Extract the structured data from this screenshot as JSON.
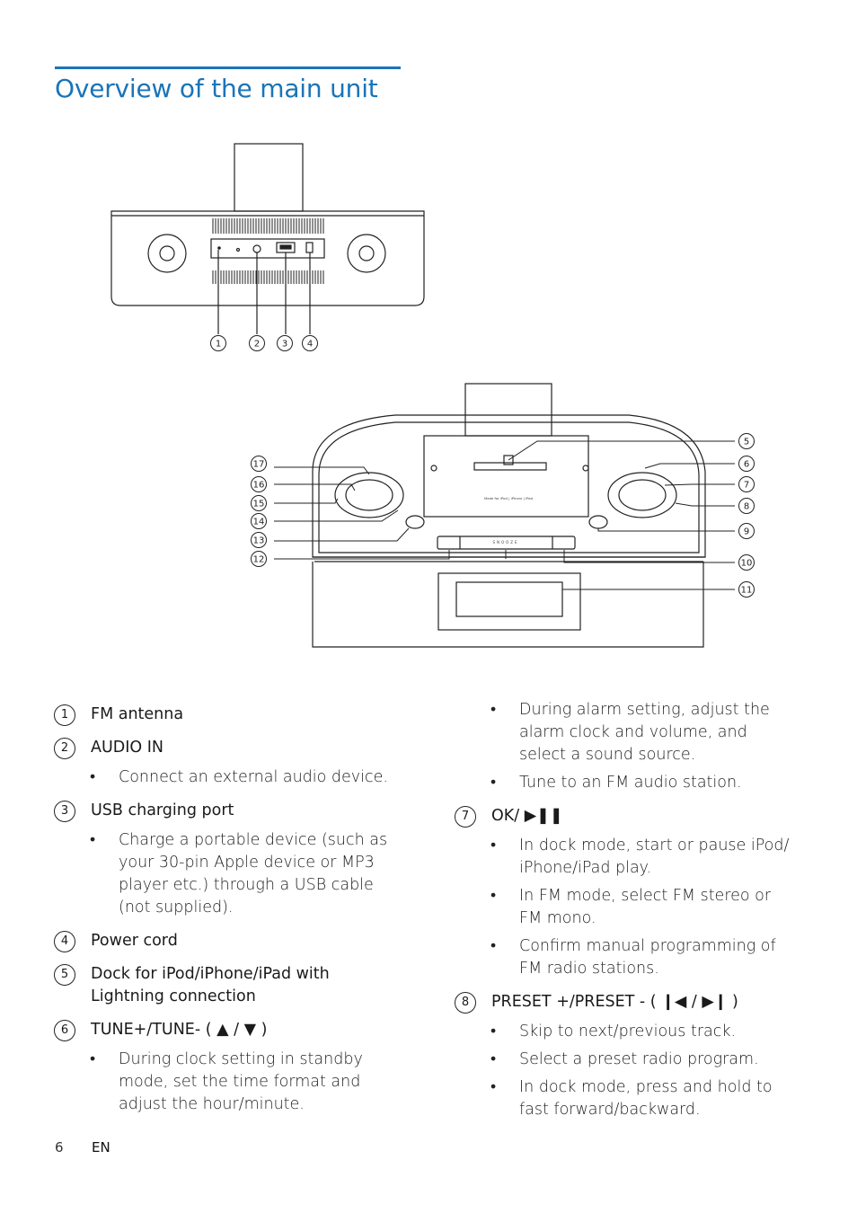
{
  "page": {
    "title": "Overview of the main unit",
    "page_number": "6",
    "language": "EN"
  },
  "figure": {
    "top_callouts": [
      "1",
      "2",
      "3",
      "4"
    ],
    "right_callouts": [
      "5",
      "6",
      "7",
      "8",
      "9",
      "10",
      "11"
    ],
    "left_callouts": [
      "17",
      "16",
      "15",
      "14",
      "13",
      "12"
    ],
    "dock_label": "Made for iPod | iPhone | iPad",
    "snooze_label": "SNOOZE"
  },
  "left_column": [
    {
      "num": "1",
      "label": "FM antenna",
      "bullets": []
    },
    {
      "num": "2",
      "label": "AUDIO IN",
      "bullets": [
        "Connect an external audio device."
      ]
    },
    {
      "num": "3",
      "label": "USB charging port",
      "bullets": [
        "Charge a portable device (such as your 30-pin Apple device or MP3 player etc.) through a USB cable (not supplied)."
      ]
    },
    {
      "num": "4",
      "label": "Power cord",
      "bullets": []
    },
    {
      "num": "5",
      "label": "Dock for iPod/iPhone/iPad with Lightning connection",
      "bullets": []
    },
    {
      "num": "6",
      "label": "TUNE+/TUNE- ( ▲ / ▼ )",
      "bullets": [
        "During clock setting in standby mode, set the time format and adjust the hour/minute."
      ]
    }
  ],
  "right_column": {
    "continued_bullets": [
      "During alarm setting, adjust the alarm clock and volume, and select a sound source.",
      "Tune to an FM audio station."
    ],
    "items": [
      {
        "num": "7",
        "label": "OK/ ▶❚❚",
        "bullets": [
          "In dock mode, start or pause iPod/ iPhone/iPad play.",
          "In FM mode, select FM stereo or FM mono.",
          "Confirm manual programming of FM radio stations."
        ]
      },
      {
        "num": "8",
        "label": "PRESET +/PRESET - ( ❙◀ / ▶❙ )",
        "bullets": [
          "Skip to next/previous track.",
          "Select a preset radio program.",
          "In dock mode, press and hold to fast forward/backward."
        ]
      }
    ]
  }
}
